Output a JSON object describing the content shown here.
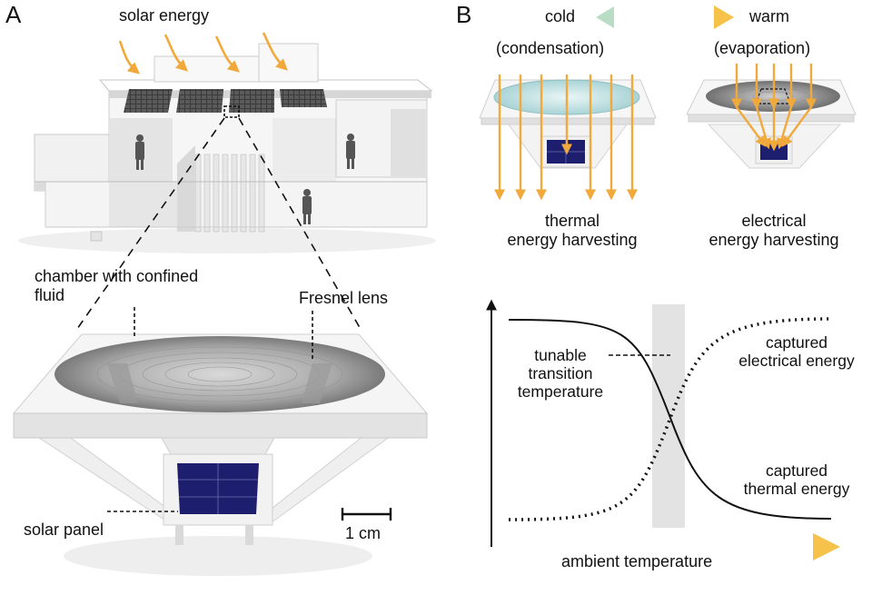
{
  "panels": {
    "a": {
      "letter": "A",
      "solar_energy": "solar energy",
      "chamber_label": "chamber with confined\nfluid",
      "fresnel_label": "Fresnel lens",
      "solar_panel_label": "solar panel",
      "scale_label": "1 cm"
    },
    "b": {
      "letter": "B",
      "cold": "cold",
      "warm": "warm",
      "condensation": "(condensation)",
      "evaporation": "(evaporation)",
      "thermal_harvest": "thermal\nenergy harvesting",
      "electrical_harvest": "electrical\nenergy harvesting",
      "transition_label": "tunable\ntransition\ntemperature",
      "captured_electrical": "captured\nelectrical energy",
      "captured_thermal": "captured\nthermal energy",
      "x_axis": "ambient temperature"
    }
  },
  "colors": {
    "sun_arrow": "#f2a93b",
    "cold_arrow": "#b9dcc4",
    "warm_arrow": "#f6c24a",
    "panel_blue": "#1d1f6e",
    "band_gray": "#e3e3e3"
  }
}
